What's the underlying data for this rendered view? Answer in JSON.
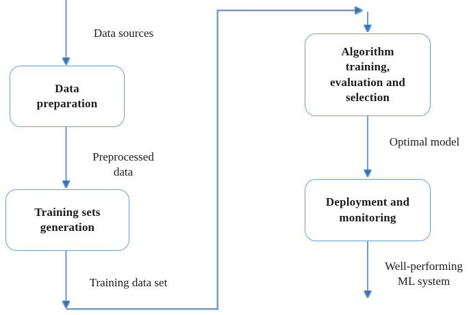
{
  "diagram": {
    "type": "flowchart",
    "nodes": [
      {
        "id": "data-preparation",
        "label": "Data\npreparation"
      },
      {
        "id": "training-sets-generation",
        "label": "Training sets\ngeneration"
      },
      {
        "id": "algorithm-training",
        "label": "Algorithm\ntraining,\nevaluation and\nselection"
      },
      {
        "id": "deployment-monitoring",
        "label": "Deployment and\nmonitoring"
      }
    ],
    "edge_labels": [
      {
        "id": "data-sources",
        "text": "Data sources"
      },
      {
        "id": "preprocessed-data",
        "text": "Preprocessed\ndata"
      },
      {
        "id": "training-data-set",
        "text": "Training data set"
      },
      {
        "id": "optimal-model",
        "text": "Optimal model"
      },
      {
        "id": "well-performing",
        "text": "Well-performing\nML system"
      }
    ],
    "flow": [
      "Data sources -> Data preparation",
      "Data preparation -> Training sets generation (Preprocessed data)",
      "Training sets generation -> Algorithm training, evaluation and selection (Training data set)",
      "Algorithm training, evaluation and selection -> Deployment and monitoring (Optimal model)",
      "Deployment and monitoring -> Well-performing ML system"
    ],
    "colors": {
      "line": "#5d8fc4",
      "arrowhead": "#2e74b5",
      "box_border": "#6fa0d6",
      "text": "#1b1b1b",
      "background": "#ffffff"
    }
  }
}
